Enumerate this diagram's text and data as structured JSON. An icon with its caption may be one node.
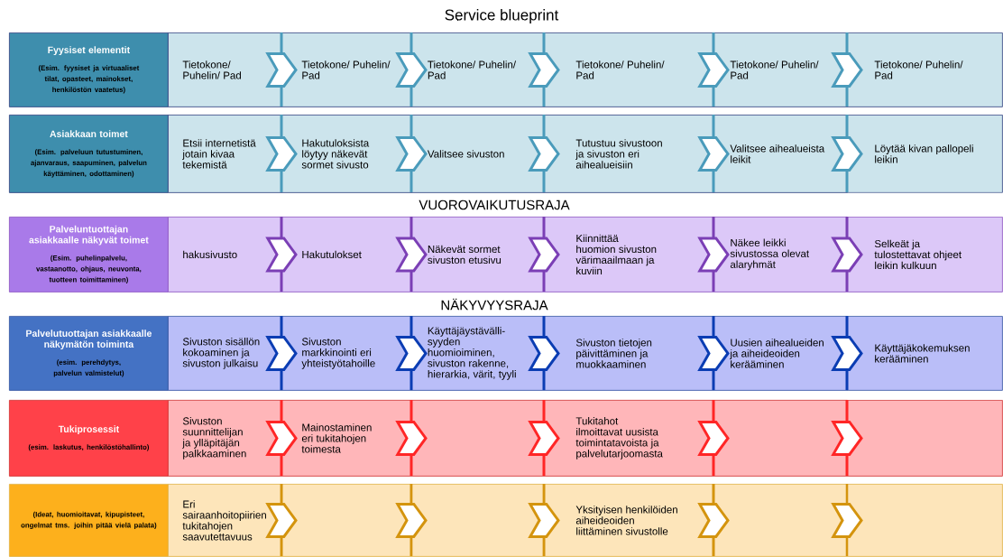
{
  "diagram": {
    "title": "Service blueprint",
    "nodes": [
      {
        "text": [
          "Fyysiset elementit",
          "(Esim. fyysiset ja virtuaaliset tilat, opasteet, mainokset, henkilöstön vaatetus)"
        ]
      },
      {
        "text": [
          "Tietokone/ Puhelin/ Pad"
        ]
      },
      {
        "text": [
          "Tietokone/ Puhelin/ Pad"
        ]
      },
      {
        "text": [
          "Tietokone/ Puhelin/ Pad"
        ]
      },
      {
        "text": [
          "Tietokone/ Puhelin/ Pad"
        ]
      },
      {
        "text": [
          "Tietokone/ Puhelin/ Pad"
        ]
      },
      {
        "text": [
          "Tietokone/ Puhelin/ Pad"
        ]
      },
      {
        "text": [
          "Asiakkaan toimet",
          "(Esim. palveluun tutustuminen, ajanvaraus, saapuminen, palvelun käyttäminen, odottaminen)"
        ]
      },
      {
        "text": [
          "Etsii internetistä jotain kivaa tekemistä"
        ]
      },
      {
        "text": [
          "Hakutuloksista löytyy näkevät sormet sivusto"
        ]
      },
      {
        "text": [
          "Valitsee sivuston"
        ]
      },
      {
        "text": [
          "Tutustuu sivustoon ja sivuston eri aihealueisiin"
        ]
      },
      {
        "text": [
          "Valitsee aihealueista leikit"
        ]
      },
      {
        "text": [
          "Löytää kivan pallopeli leikin"
        ]
      },
      {
        "text": [
          "Palveluntuottajan asiakkaalle näkyvät toimet",
          "(Esim. puhelinpalvelu, vastaanotto, ohjaus, neuvonta, tuotteen toimittaminen)"
        ]
      },
      {
        "text": [
          "hakusivusto"
        ]
      },
      {
        "text": [
          "Hakutulokset"
        ]
      },
      {
        "text": [
          "Näkevät sormet sivuston etusivu"
        ]
      },
      {
        "text": [
          "Kiinnittää huomion sivuston värimaailmaan ja kuviin"
        ]
      },
      {
        "text": [
          "Näkee leikki sivustossa olevat alaryhmät"
        ]
      },
      {
        "text": [
          "Selkeät ja tulostettavat ohjeet leikin kulkuun"
        ]
      },
      {
        "text": [
          "Palvelutuottajan asiakkaalle näkymätön toiminta",
          "(esim. perehdytys, palvelun valmistelut)"
        ]
      },
      {
        "text": [
          "Sivuston sisällön kokoaminen ja sivuston julkaisu"
        ]
      },
      {
        "text": [
          "Sivuston markkinointi eri yhteistyötahoille"
        ]
      },
      {
        "text": [
          "Käyttäjäystävälli-syyden huomioiminen, sivuston rakenne, hierarkia, värit, tyyli"
        ]
      },
      {
        "text": [
          "Sivuston tietojen päivittäminen ja muokkaaminen"
        ]
      },
      {
        "text": [
          "Uusien aihealueiden ja aiheideoiden kerääminen"
        ]
      },
      {
        "text": [
          "Käyttäjäkokemuksen kerääminen"
        ]
      },
      {
        "text": [
          "Tukiprosessit",
          "(esim. laskutus, henkilöstöhallinto)"
        ]
      },
      {
        "text": [
          "Sivuston suunnittelijan ja ylläpitäjän palkkaaminen"
        ]
      },
      {
        "text": [
          "Mainostaminen eri tukitahojen toimesta"
        ]
      },
      {
        "text": [],
        "shape": "box"
      },
      {
        "text": [
          "Tukitahot ilmoittavat uusista toimintatavoista ja palvelutarjoomasta"
        ]
      },
      {
        "text": [],
        "shape": "box"
      },
      {
        "text": [],
        "shape": "box"
      },
      {
        "text": [
          "(Ideat, huomioitavat, kipupisteet, ongelmat tms. joihin pitää vielä palata)"
        ]
      },
      {
        "text": [
          "Eri sairaanhoitopiirien tukitahojen saavutettavuus"
        ]
      },
      {
        "text": [],
        "shape": "box"
      },
      {
        "text": [],
        "shape": "box"
      },
      {
        "text": [
          "Yksityisen henkilöiden aiheideoiden liittäminen sivustolle"
        ]
      },
      {
        "text": [],
        "shape": "box"
      },
      {
        "text": [],
        "shape": "box"
      }
    ],
    "edges": [
      {
        "from": 1,
        "to": 2,
        "arrow": "to",
        "color": "#4a9bbb"
      },
      {
        "from": 2,
        "to": 3,
        "arrow": "to",
        "color": "#4a9bbb"
      },
      {
        "from": 3,
        "to": 4,
        "arrow": "to",
        "color": "#4a9bbb"
      },
      {
        "from": 4,
        "to": 5,
        "arrow": "to",
        "color": "#4a9bbb"
      },
      {
        "from": 5,
        "to": 6,
        "arrow": "to",
        "color": "#4a9bbb"
      },
      {
        "from": 8,
        "to": 9,
        "arrow": "to",
        "color": "#4a9bbb"
      },
      {
        "from": 9,
        "to": 10,
        "arrow": "to",
        "color": "#4a9bbb"
      },
      {
        "from": 10,
        "to": 11,
        "arrow": "to",
        "color": "#4a9bbb"
      },
      {
        "from": 11,
        "to": 12,
        "arrow": "to",
        "color": "#4a9bbb"
      },
      {
        "from": 12,
        "to": 13,
        "arrow": "to",
        "color": "#4a9bbb"
      },
      {
        "from": 15,
        "to": 16,
        "arrow": "to",
        "color": "#7b3fb5"
      },
      {
        "from": 16,
        "to": 17,
        "arrow": "to",
        "color": "#7b3fb5"
      },
      {
        "from": 17,
        "to": 18,
        "arrow": "to",
        "color": "#7b3fb5"
      },
      {
        "from": 18,
        "to": 19,
        "arrow": "to",
        "color": "#7b3fb5"
      },
      {
        "from": 19,
        "to": 20,
        "arrow": "to",
        "color": "#7b3fb5"
      },
      {
        "from": 22,
        "to": 23,
        "arrow": "to",
        "color": "#0b3db3"
      },
      {
        "from": 23,
        "to": 24,
        "arrow": "to",
        "color": "#0b3db3"
      },
      {
        "from": 24,
        "to": 25,
        "arrow": "to",
        "color": "#0b3db3"
      },
      {
        "from": 25,
        "to": 26,
        "arrow": "to",
        "color": "#0b3db3"
      },
      {
        "from": 26,
        "to": 27,
        "arrow": "to",
        "color": "#0b3db3"
      },
      {
        "from": 29,
        "to": 30,
        "arrow": "to",
        "color": "#ff2626"
      },
      {
        "from": 30,
        "to": 31,
        "arrow": "to",
        "color": "#ff2626"
      },
      {
        "from": 31,
        "to": 32,
        "arrow": "to",
        "color": "#ff2626"
      },
      {
        "from": 32,
        "to": 33,
        "arrow": "to",
        "color": "#ff2626"
      },
      {
        "from": 33,
        "to": 34,
        "arrow": "to",
        "color": "#ff2626"
      },
      {
        "from": 36,
        "to": 37,
        "arrow": "to",
        "color": "#d4940e"
      },
      {
        "from": 37,
        "to": 38,
        "arrow": "to",
        "color": "#d4940e"
      },
      {
        "from": 38,
        "to": 39,
        "arrow": "to",
        "color": "#d4940e"
      },
      {
        "from": 39,
        "to": 40,
        "arrow": "to",
        "color": "#d4940e"
      },
      {
        "from": 40,
        "to": 41,
        "arrow": "to",
        "color": "#d4940e"
      }
    ],
    "labels": [
      "VUOROVAIKUTUSRAJA",
      "NÄKYVYYSRAJA"
    ]
  }
}
